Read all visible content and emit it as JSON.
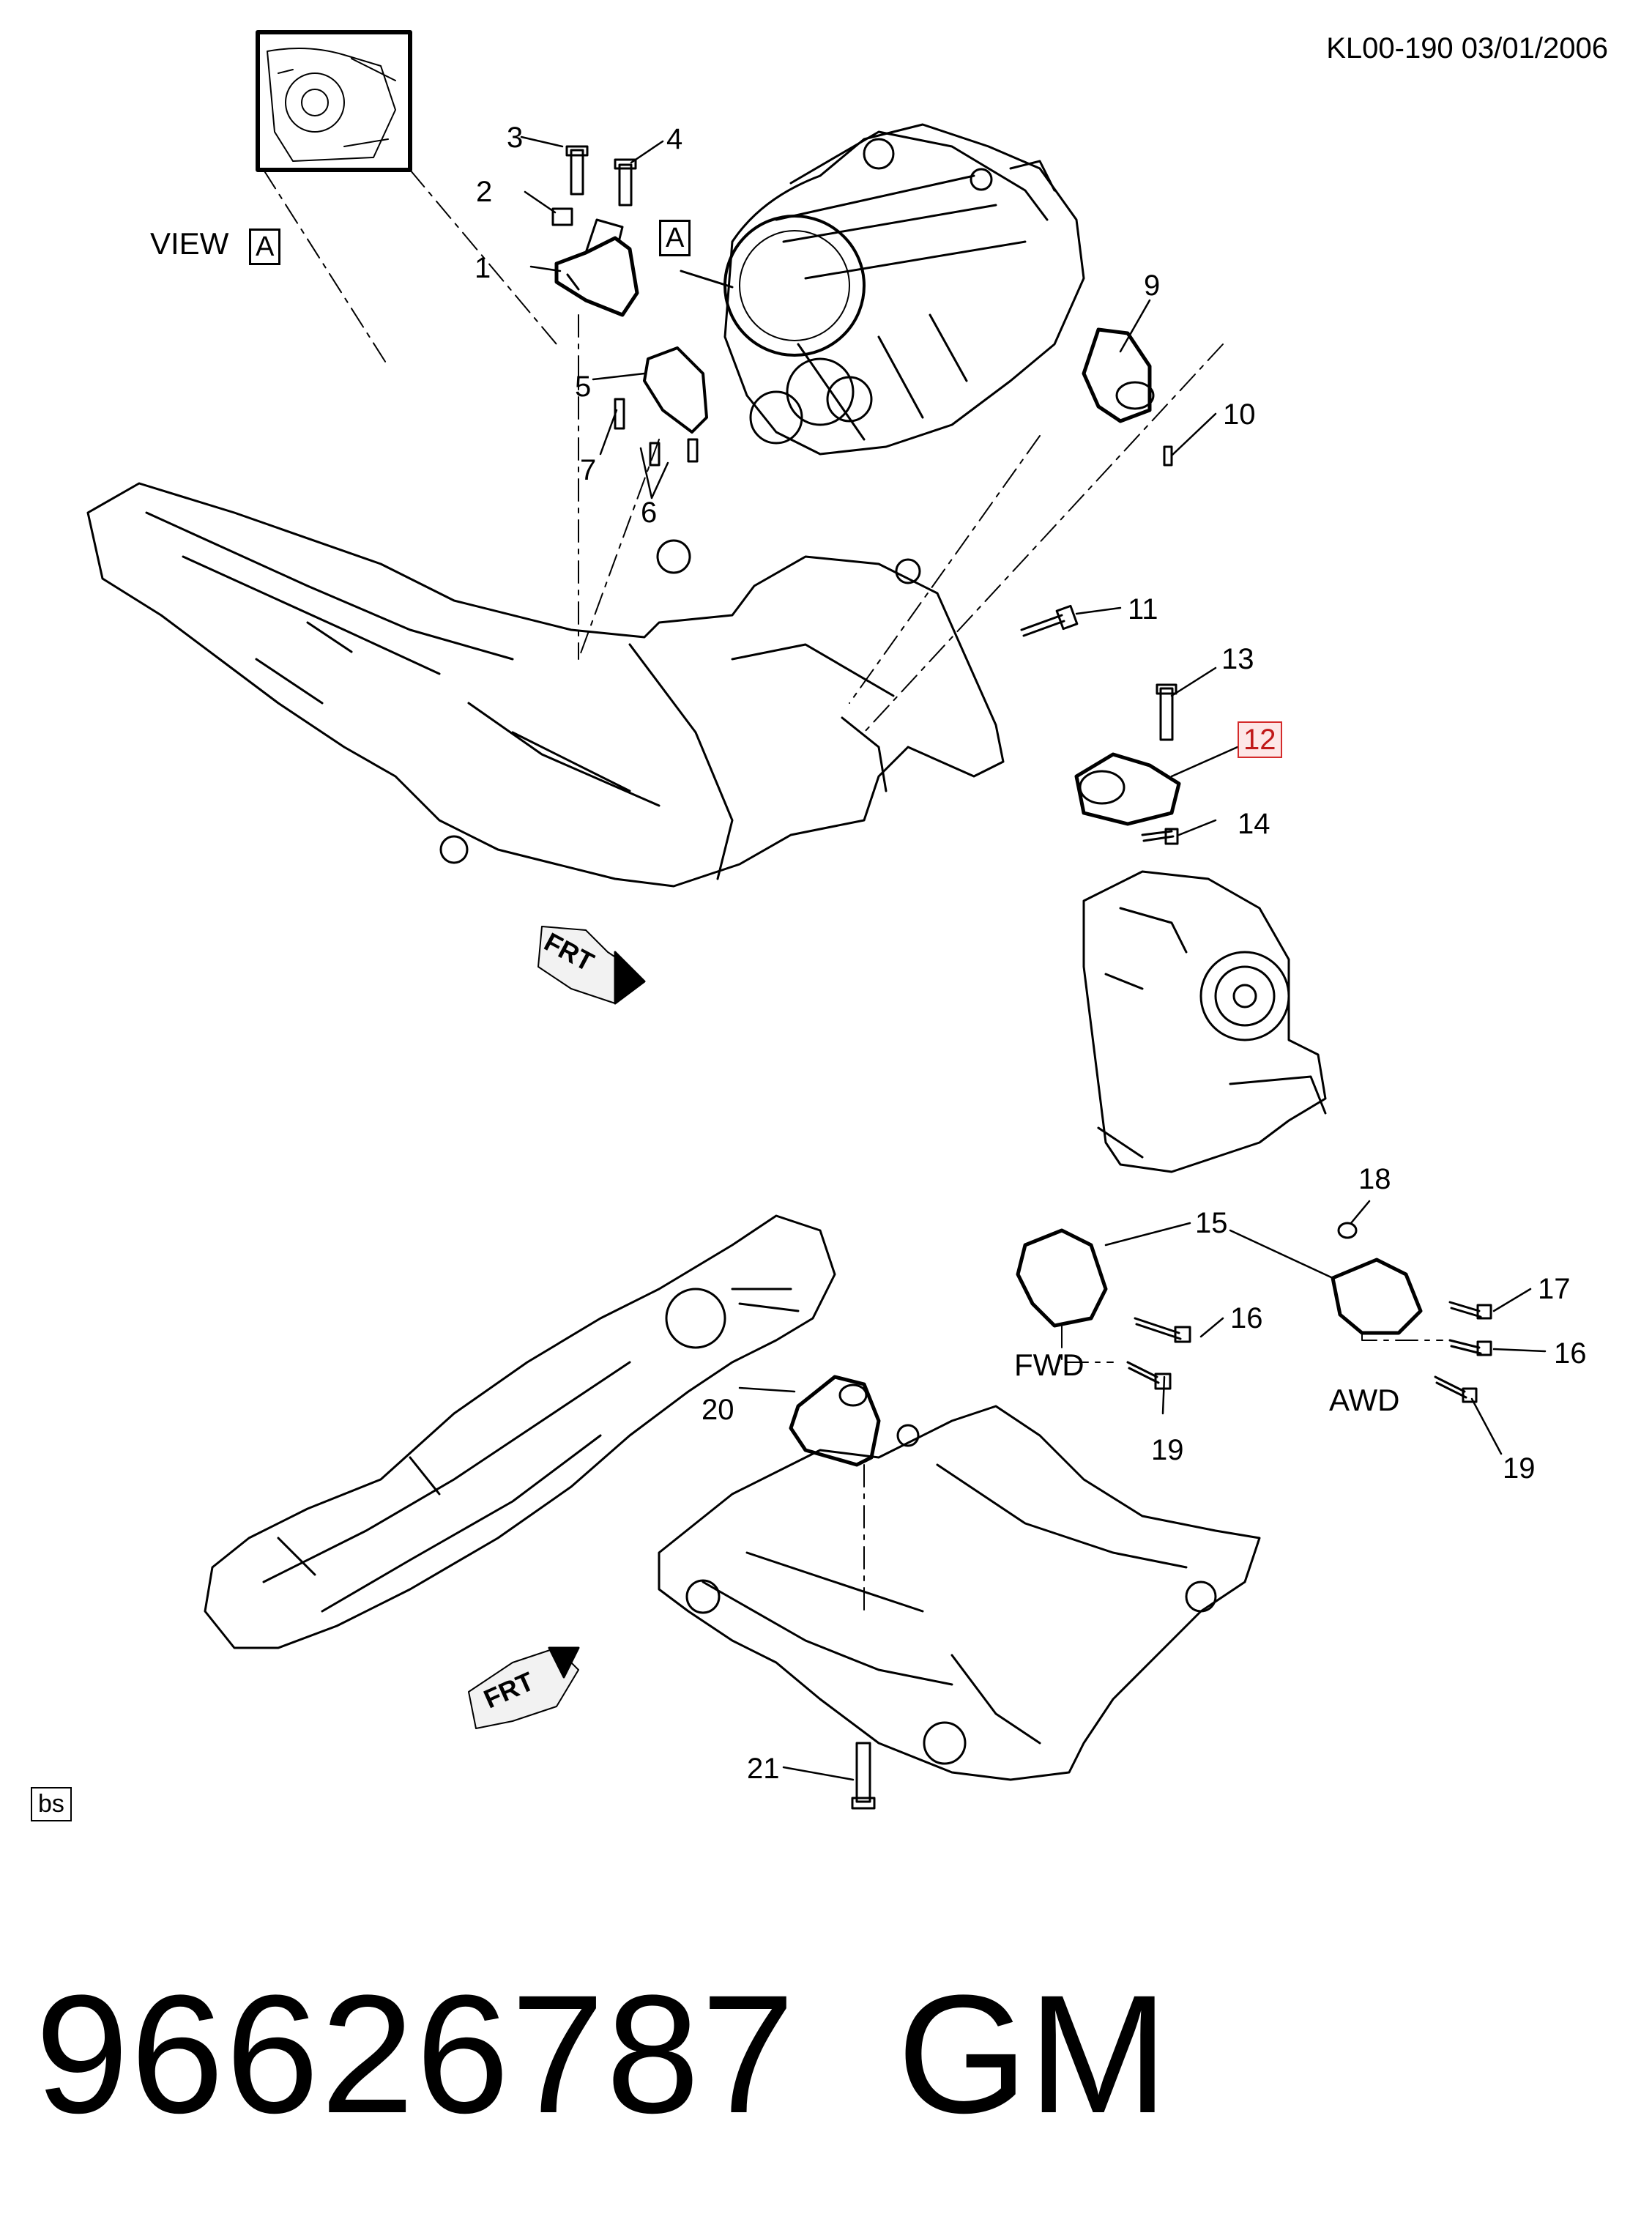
{
  "header": {
    "doc_id": "KL00-190  03/01/2006"
  },
  "view_label": {
    "text": "VIEW",
    "ref": "A"
  },
  "engine_ref": "A",
  "callouts": {
    "c1": "1",
    "c2": "2",
    "c3": "3",
    "c4": "4",
    "c5": "5",
    "c6": "6",
    "c7": "7",
    "c9": "9",
    "c10": "10",
    "c11": "11",
    "c12": "12",
    "c13": "13",
    "c14": "14",
    "c15": "15",
    "c16a": "16",
    "c16b": "16",
    "c17": "17",
    "c18": "18",
    "c19a": "19",
    "c19b": "19",
    "c20": "20",
    "c21": "21"
  },
  "variants": {
    "fwd": "FWD",
    "awd": "AWD"
  },
  "frt_arrows": [
    "FRT",
    "FRT"
  ],
  "corner_tag": "bs",
  "footer": {
    "part_number": "96626787",
    "brand": "GM"
  },
  "colors": {
    "line": "#000000",
    "highlight_border": "#d42b2b",
    "highlight_fill": "#fde7e7"
  }
}
